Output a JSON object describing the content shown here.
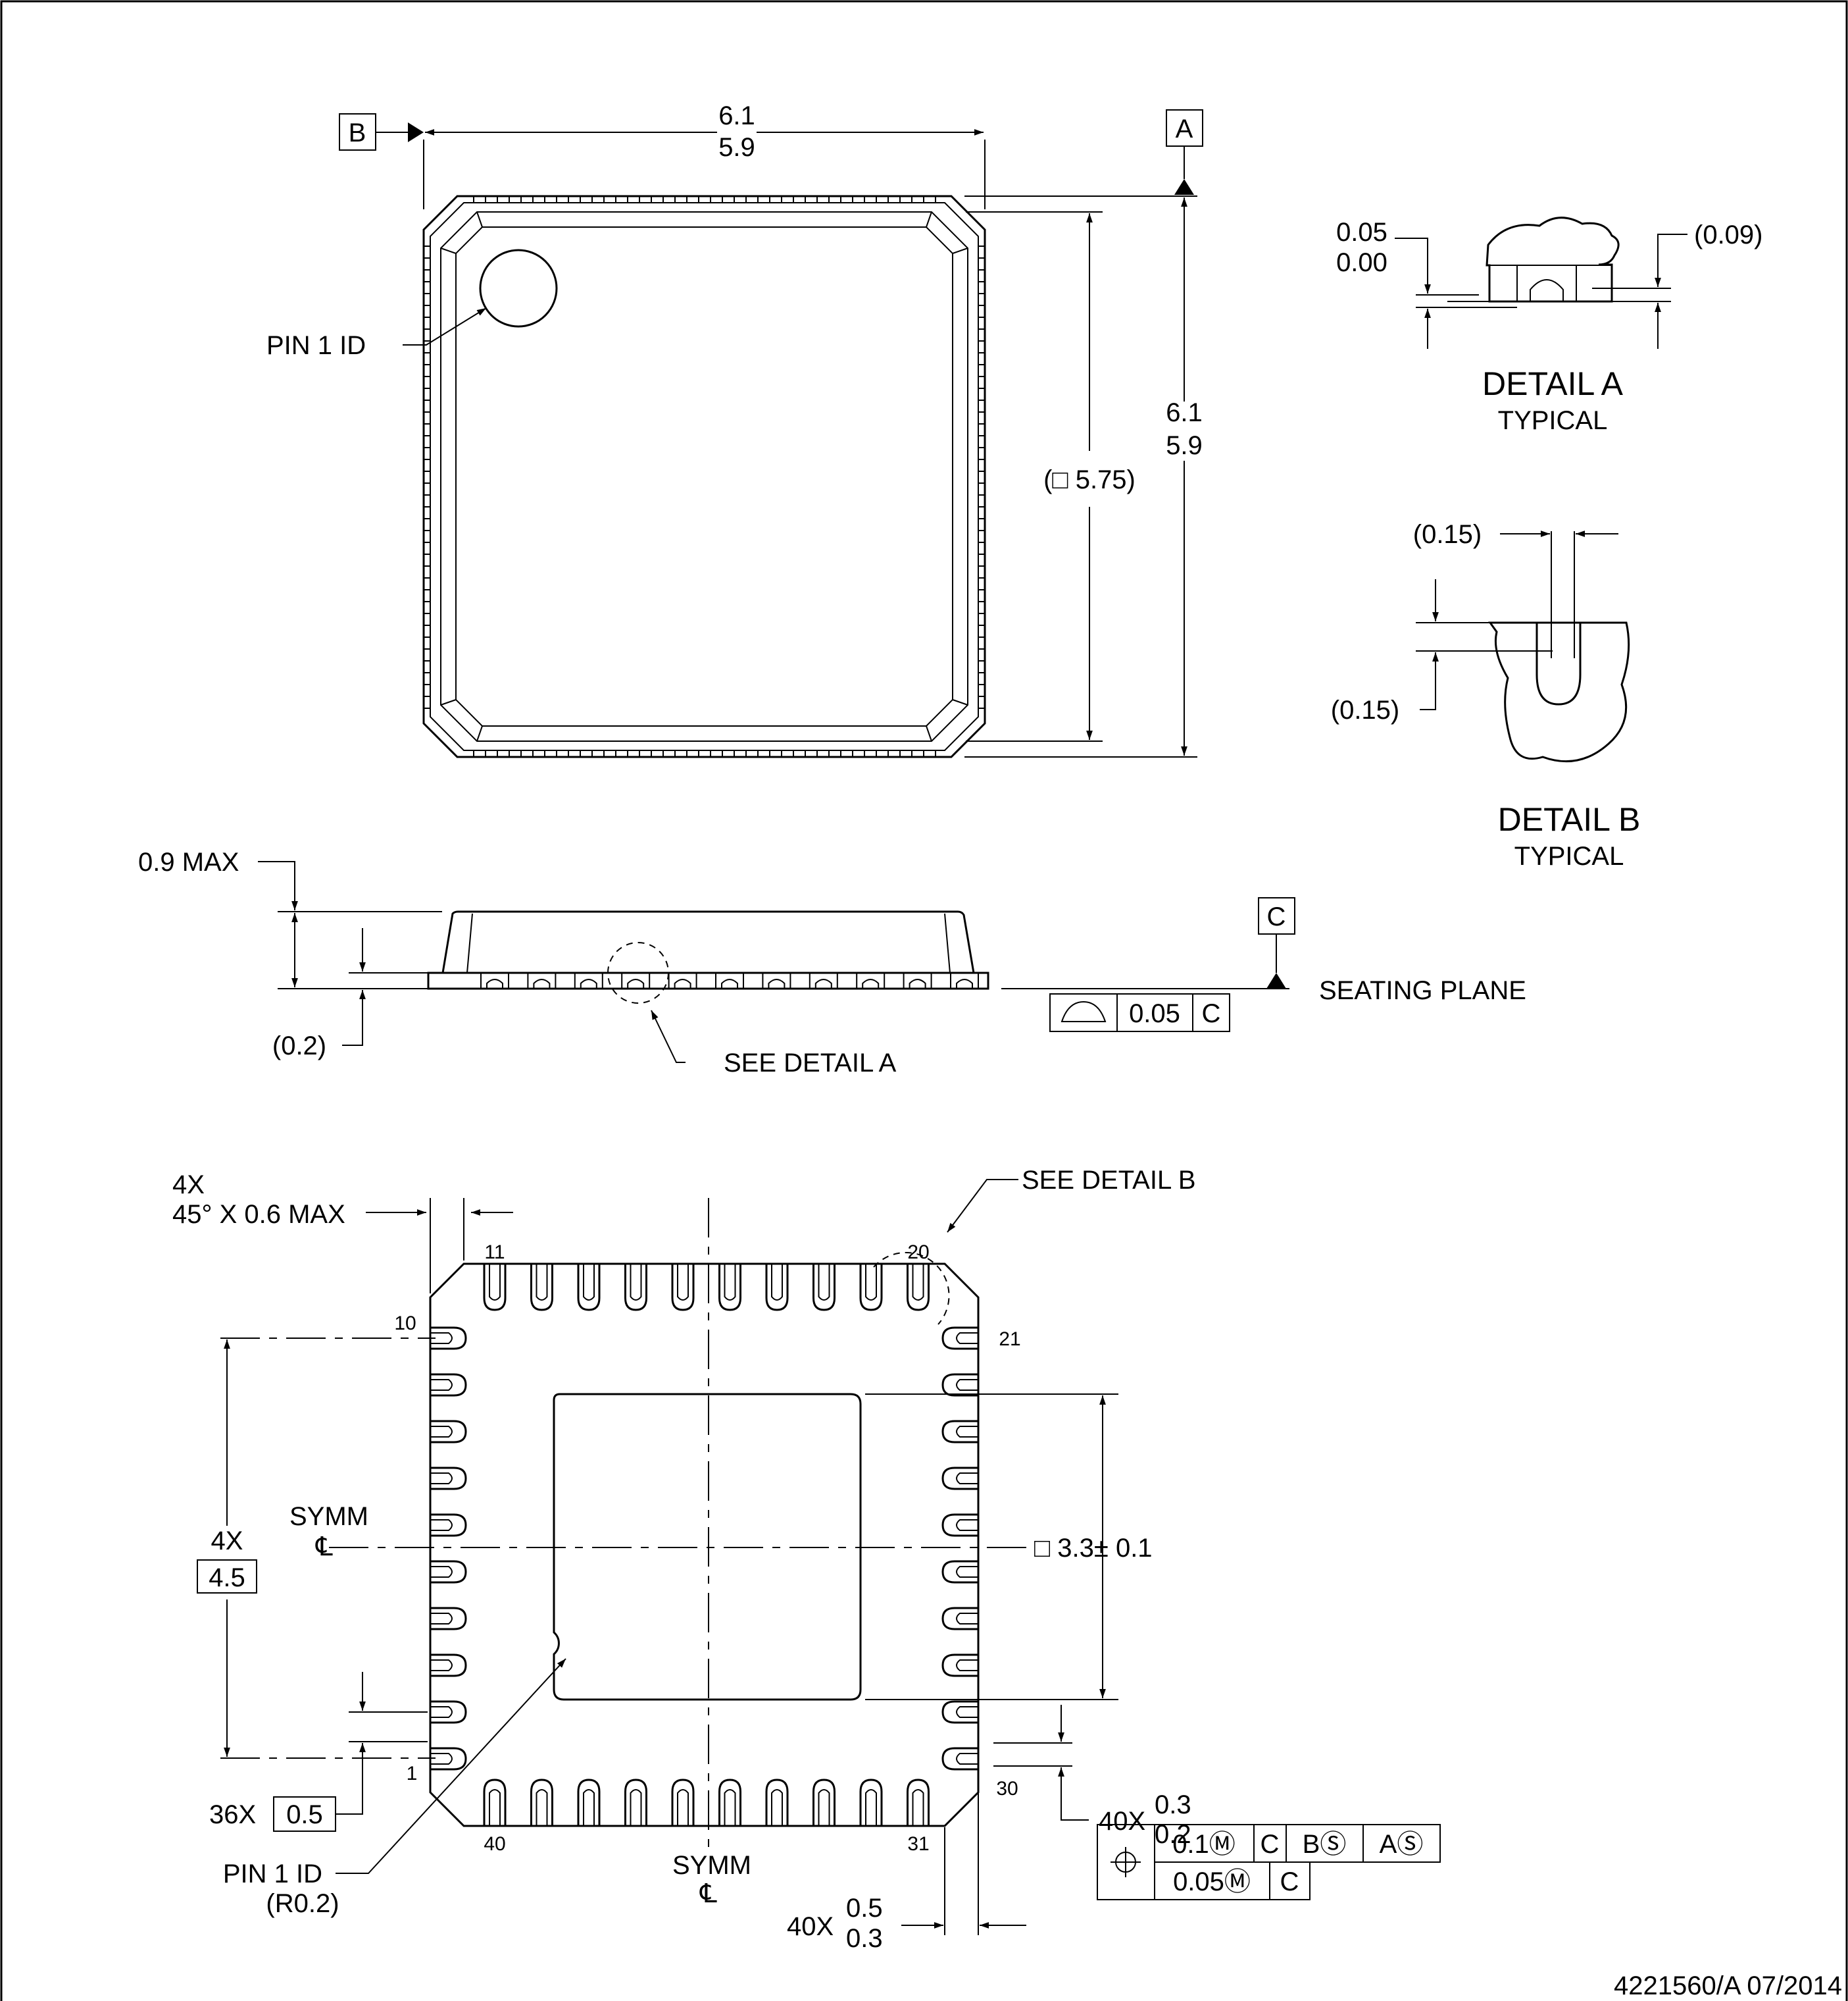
{
  "top_view": {
    "width_max": "6.1",
    "width_min": "5.9",
    "height_max": "6.1",
    "height_min": "5.9",
    "body_square": "(□ 5.75)",
    "pin1_label": "PIN 1 ID",
    "datum_a": "A",
    "datum_b": "B"
  },
  "detail_a": {
    "dim_max": "0.05",
    "dim_min": "0.00",
    "dim_ref": "(0.09)",
    "title": "DETAIL A",
    "subtitle": "TYPICAL"
  },
  "detail_b": {
    "dim_top": "(0.15)",
    "dim_left": "(0.15)",
    "title": "DETAIL B",
    "subtitle": "TYPICAL"
  },
  "side_view": {
    "max_height": "0.9 MAX",
    "standoff": "(0.2)",
    "see_detail": "SEE DETAIL  A",
    "datum_c": "C",
    "seating_plane": "SEATING PLANE",
    "flatness_value": "0.05",
    "flatness_datum": "C"
  },
  "bottom_view": {
    "chamfer_count": "4X",
    "chamfer_spec": "45° X 0.6 MAX",
    "see_detail": "SEE DETAIL  B",
    "pin_11": "11",
    "pin_20": "20",
    "pin_10": "10",
    "pin_21": "21",
    "pin_1": "1",
    "pin_30": "30",
    "pin_40": "40",
    "pin_31": "31",
    "symm": "SYMM",
    "span_count": "4X",
    "span_value": "4.5",
    "pad_square": "□ 3.3± 0.1",
    "pitch_count": "36X",
    "pitch_value": "0.5",
    "lead_w_count": "40X",
    "lead_w_max": "0.3",
    "lead_w_min": "0.2",
    "lead_l_count": "40X",
    "lead_l_max": "0.5",
    "lead_l_min": "0.3",
    "pin1_label": "PIN 1 ID",
    "pin1_radius": "(R0.2)",
    "pos_tol_1": "0.1Ⓜ",
    "pos_tol_1_c": "C",
    "pos_tol_1_b": "BⓈ",
    "pos_tol_1_a": "AⓈ",
    "pos_tol_2": "0.05Ⓜ",
    "pos_tol_2_c": "C",
    "position_symbol": "position-icon"
  },
  "drawing_id": "4221560/A   07/2014"
}
